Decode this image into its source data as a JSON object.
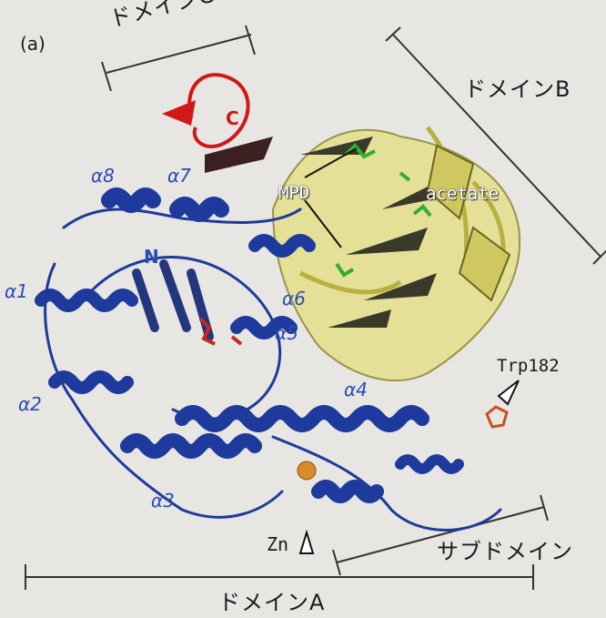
{
  "panel_label": "(a)",
  "domains": {
    "a": "ドメインA",
    "b": "ドメインB",
    "c": "ドメインC",
    "sub": "サブドメイン"
  },
  "helices": {
    "a1": "α1",
    "a2": "α2",
    "a3": "α3",
    "a4": "α4",
    "a5": "α5",
    "a6": "α6",
    "a7": "α7",
    "a8": "α8"
  },
  "termini": {
    "n": "N",
    "c": "C"
  },
  "ligands": {
    "mpd": "MPD",
    "acetate": "acetate",
    "trp": "Trp182",
    "zn": "Zn"
  },
  "colors": {
    "domain_a": "#1e3a9c",
    "domain_b": "#d8d46a",
    "domain_c": "#d01818",
    "zinc": "#d98a2a",
    "ligand": "#2fae2f"
  }
}
